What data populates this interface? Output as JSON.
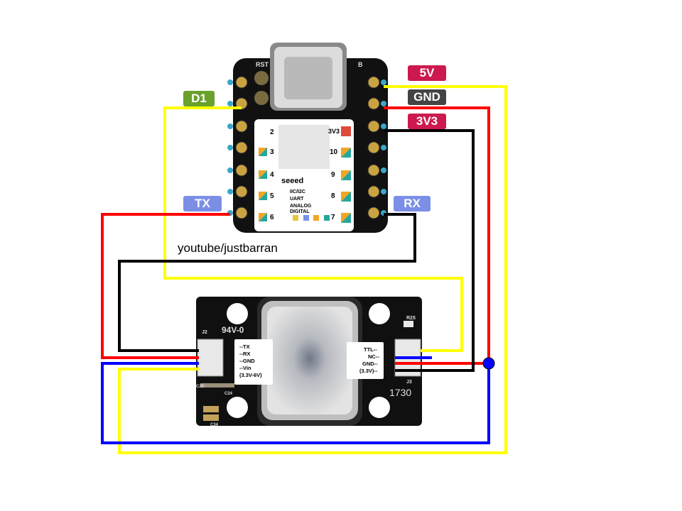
{
  "labels": {
    "v5": "5V",
    "gnd": "GND",
    "v33": "3V3",
    "d1": "D1",
    "tx": "TX",
    "rx": "RX"
  },
  "credit": "youtube/justbarran",
  "board": {
    "reset_label": "RST",
    "boot_label": "B",
    "pin_numbers_left": [
      "2",
      "3",
      "4",
      "5",
      "6"
    ],
    "pin_numbers_right": [
      "3V3",
      "10",
      "9",
      "8",
      "7"
    ],
    "legend": [
      "IIC/I2C",
      "UART",
      "ANALOG",
      "DIGITAL"
    ],
    "brand": "seeed"
  },
  "sensor": {
    "left_pins": [
      "--TX",
      "--RX",
      "--GND",
      "--Vin",
      "(3.3V-6V)"
    ],
    "right_pins": [
      "TTL--",
      "NC--",
      "GND--",
      "(3.3V)--"
    ],
    "markings": [
      "94V-0",
      "J2",
      "J3",
      "R25",
      "C25",
      "C24",
      "C34",
      "1730"
    ]
  },
  "colors": {
    "v5": "#cc1a4e",
    "gnd": "#444444",
    "v33": "#cc1a4e",
    "d1": "#6aa02c",
    "tx": "#7b8fe6",
    "rx": "#7b8fe6",
    "wire_red": "#ff0000",
    "wire_black": "#000000",
    "wire_yellow": "#ffff00",
    "wire_blue": "#0000ff"
  }
}
